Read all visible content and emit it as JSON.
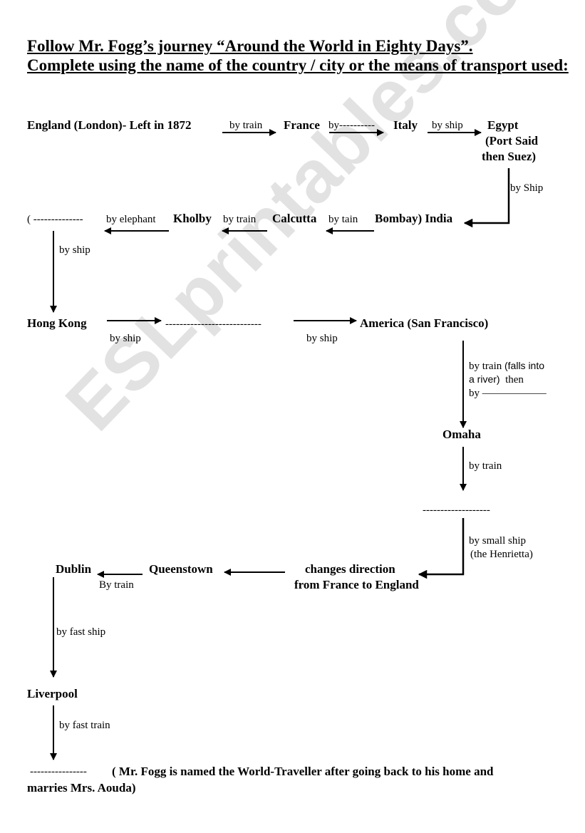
{
  "title": {
    "line1": "Follow Mr. Fogg’s journey “Around the World in Eighty Days”.",
    "line2": "Complete using the name of the country / city or the means of transport used:"
  },
  "watermark": "ESLprintables.com",
  "row1": {
    "england": "England (London)- Left in 1872",
    "by_train": "by train",
    "france": "France",
    "by_blank": "by----------",
    "italy": "Italy",
    "by_ship": "by ship",
    "egypt": "Egypt",
    "port_said": "(Port Said",
    "then_suez": "then Suez)",
    "by_ship_cap": "by Ship"
  },
  "row2": {
    "blank": "( --------------",
    "by_elephant": "by elephant",
    "kholby": "Kholby",
    "by_train": "by train",
    "calcutta": "Calcutta",
    "by_tain": "by tain",
    "bombay_india": "Bombay) India",
    "by_ship": "by ship"
  },
  "row3": {
    "hong_kong": "Hong Kong",
    "blank": "---------------------------",
    "america": "America (San Francisco)",
    "by_ship_1": "by ship",
    "by_ship_2": "by ship",
    "by_train": "by train",
    "falls_into": "(falls into",
    "a_river": "a river)",
    "then": "then",
    "by_blank": "by ——————"
  },
  "omaha": {
    "name": "Omaha",
    "by_train": "by train",
    "blank": "-------------------",
    "by_small_ship": "by small ship",
    "henrietta": "(the Henrietta)"
  },
  "row4": {
    "dublin": "Dublin",
    "queenstown": "Queenstown",
    "by_train": "By train",
    "changes_1": "changes direction",
    "changes_2": "from France to England",
    "by_fast_ship": "by fast ship"
  },
  "liverpool": {
    "name": "Liverpool",
    "by_fast_train": "by fast train"
  },
  "ending": {
    "blank": "----------------",
    "text1": "( Mr. Fogg is named the World-Traveller after going back to his home and",
    "text2": "marries Mrs. Aouda)"
  }
}
